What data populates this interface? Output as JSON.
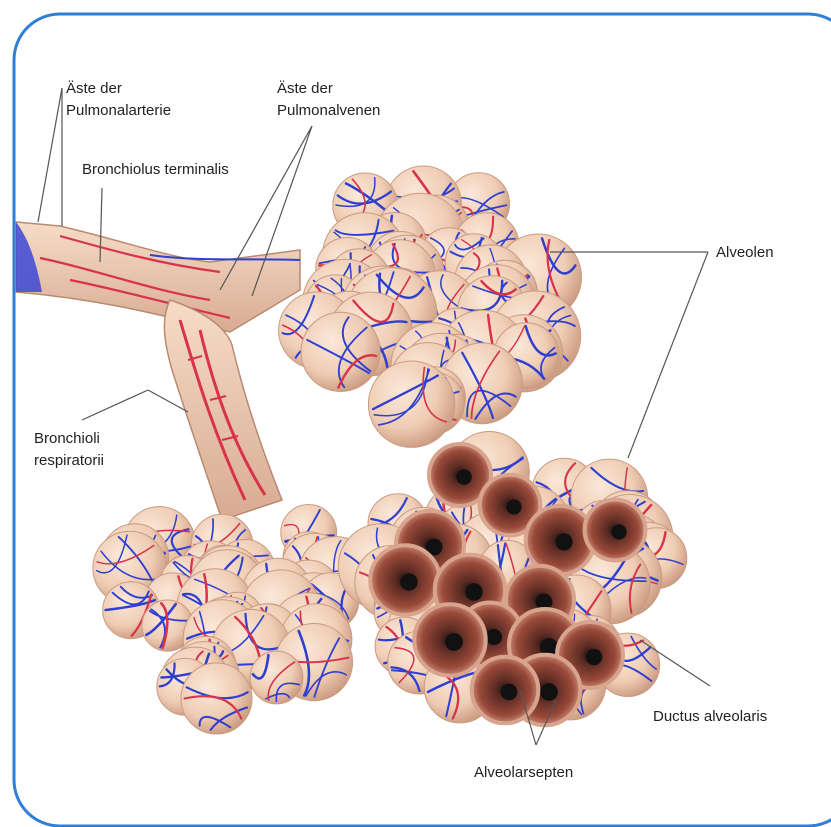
{
  "labels": {
    "pulmonary_artery": [
      "Äste der",
      "Pulmonalarterie"
    ],
    "pulmonary_veins": [
      "Äste der",
      "Pulmonalvenen"
    ],
    "bronchiolus_terminalis": "Bronchiolus terminalis",
    "bronchioli_respiratorii": [
      "Bronchioli",
      "respiratorii"
    ],
    "alveolen": "Alveolen",
    "ductus_alveolaris": "Ductus alveolaris",
    "alveolarsepten": "Alveolarsepten"
  },
  "colors": {
    "frame": "#2f7fd6",
    "tissue": "#efcdb4",
    "tissue_shade": "#c99b82",
    "artery": "#d8334a",
    "vein": "#2f3fd0",
    "cavity": "#8a3a2e",
    "leader": "#555555"
  }
}
